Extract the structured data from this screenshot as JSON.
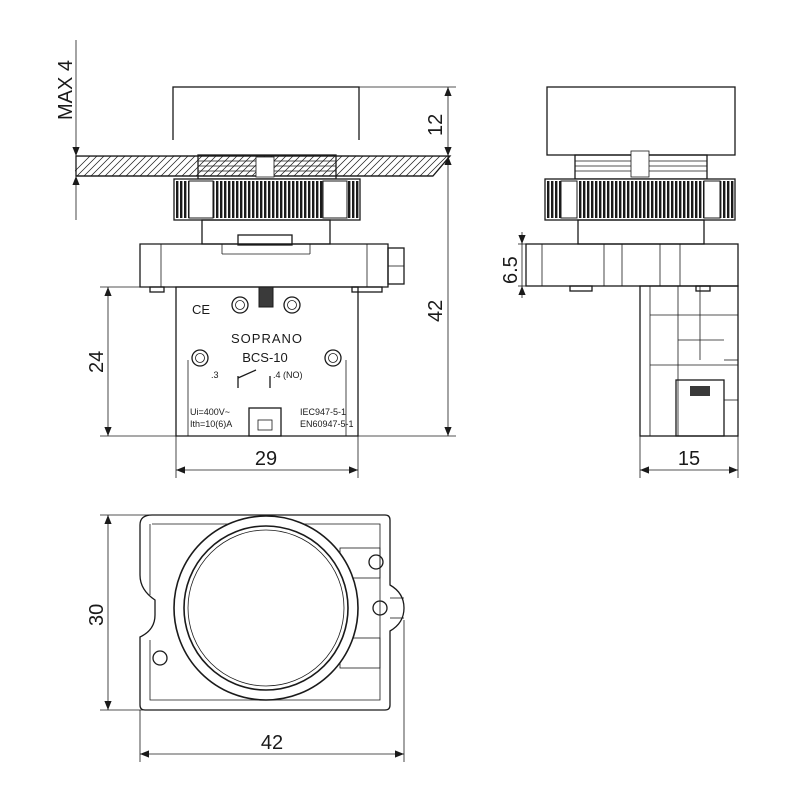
{
  "front_view": {
    "dim_max": "MAX 4",
    "dim_cap_height": "12",
    "dim_total_height": "42",
    "dim_block_height": "24",
    "dim_block_width": "29",
    "brand": "SOPRANO",
    "model": "BCS-10",
    "ce_mark": "CE",
    "terminal_left": ".3",
    "terminal_right": ".4 (NO)",
    "rating_voltage": "Ui=400V~",
    "rating_current": "Ith=10(6)A",
    "standard_1": "IEC947-5-1",
    "standard_2": "EN60947-5-1"
  },
  "side_view": {
    "dim_flange": "6.5",
    "dim_width": "15"
  },
  "top_view": {
    "dim_height": "30",
    "dim_width": "42"
  }
}
